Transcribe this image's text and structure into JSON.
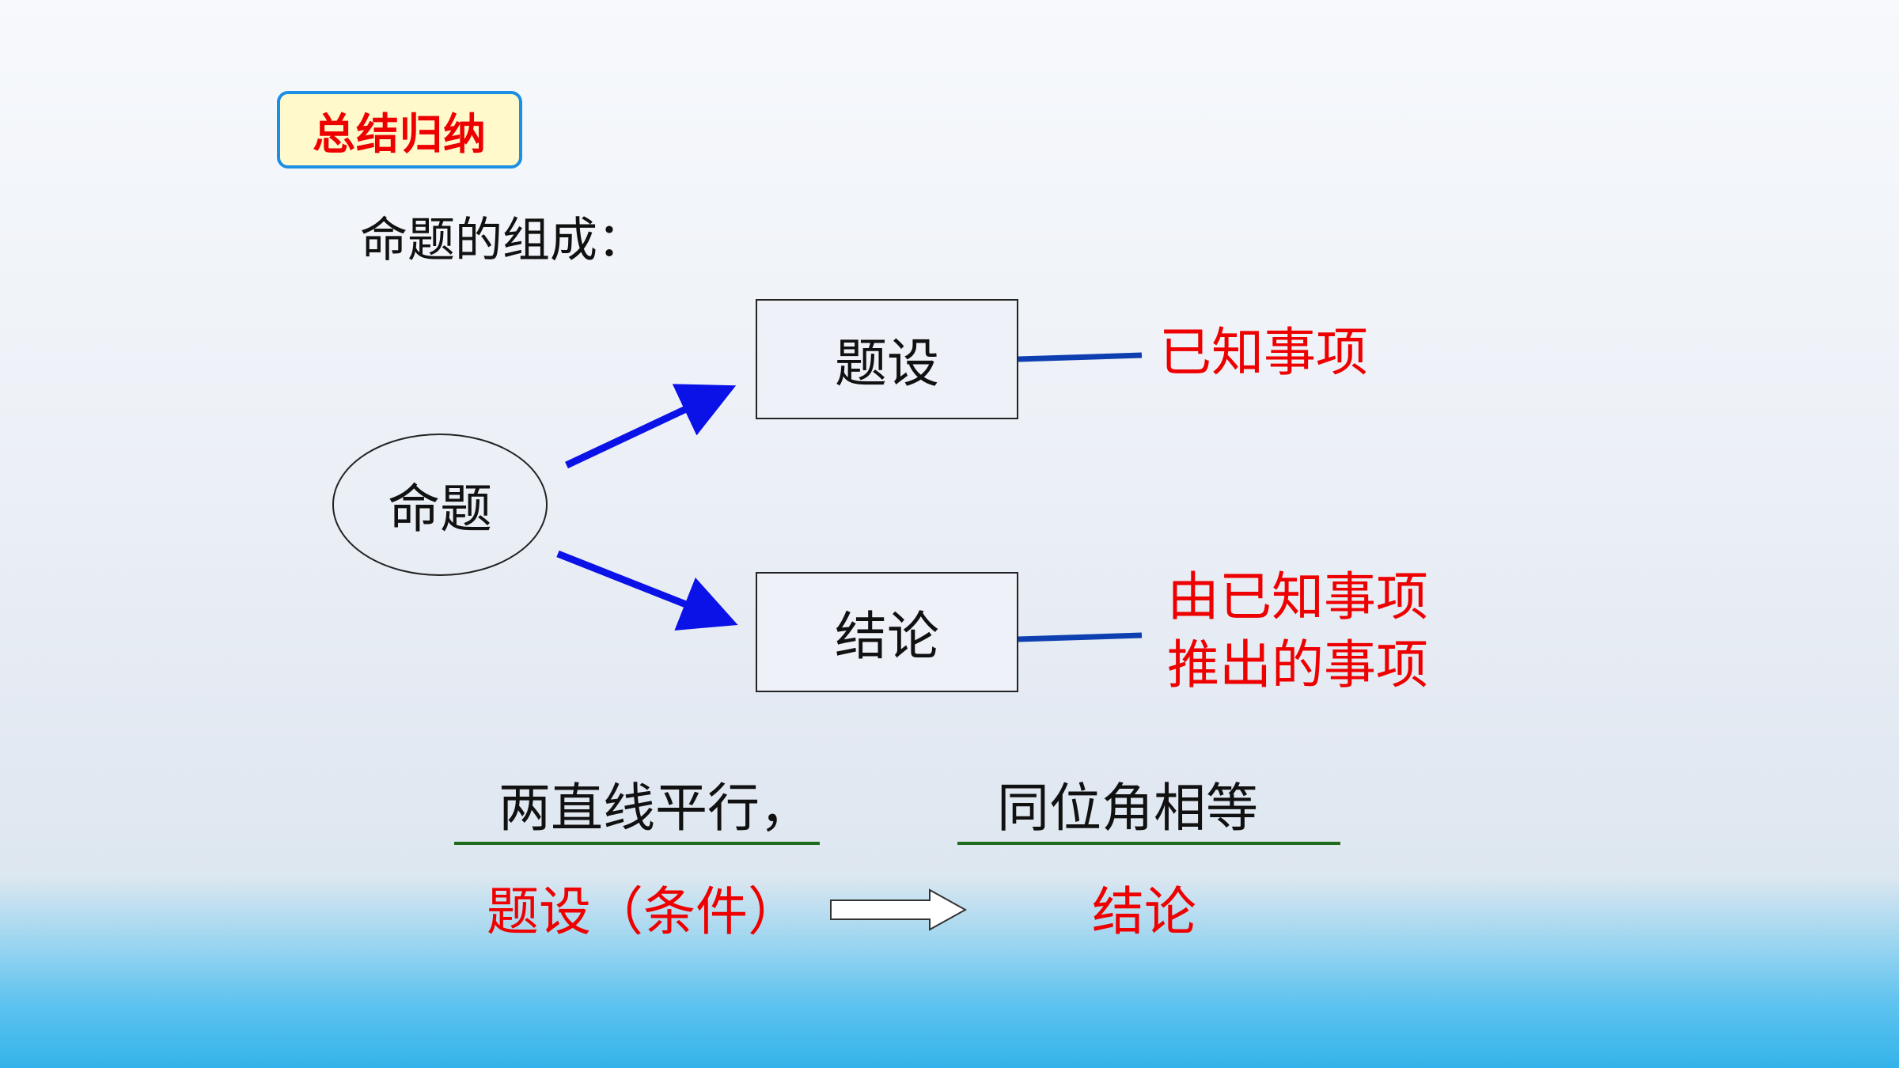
{
  "tag": "总结归纳",
  "subtitle": "命题的组成：",
  "diagram": {
    "root": "命题",
    "premise_box": "题设",
    "conclusion_box": "结论",
    "premise_definition": "已知事项",
    "conclusion_definition_lines": [
      "由已知事项",
      "推出的事项"
    ]
  },
  "example": {
    "premise_text": "两直线平行，",
    "conclusion_text": "同位角相等",
    "premise_caption": "题设（条件）",
    "conclusion_caption": "结论"
  },
  "colors": {
    "arrow": "#0b12e8",
    "connector": "#0d3fb0",
    "underline": "#1f6b1f",
    "highlight_text": "#ee0000",
    "tag_border": "#1a8fe3",
    "tag_fill": "#fff9cc"
  }
}
